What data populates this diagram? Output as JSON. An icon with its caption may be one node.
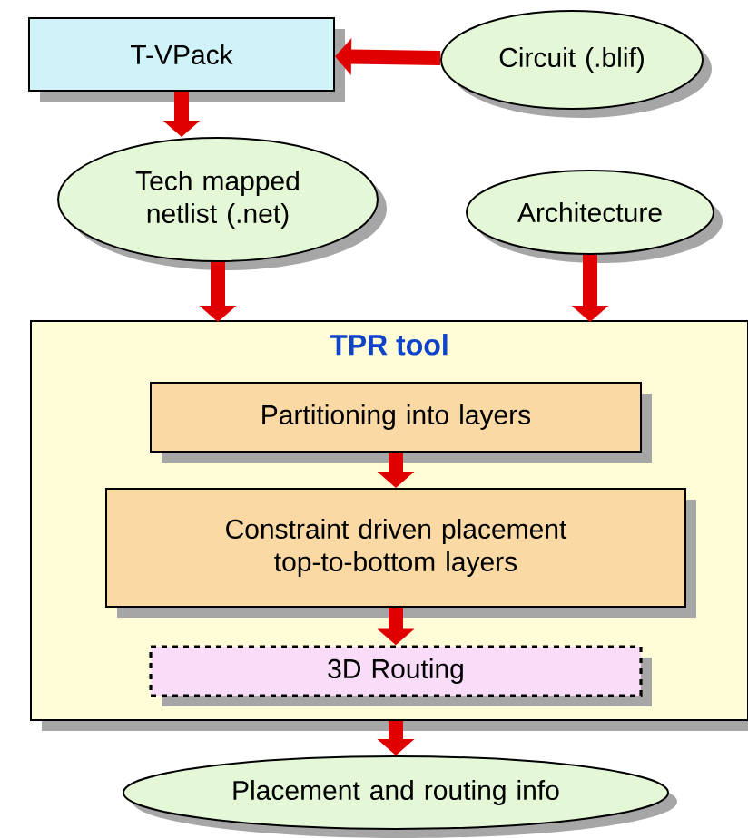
{
  "diagram": {
    "nodes": [
      {
        "text": [
          "T-VPack"
        ]
      },
      {
        "text": [
          "Circuit (.blif)"
        ]
      },
      {
        "text": [
          "Tech mapped netlist (.net)"
        ]
      },
      {
        "text": [
          "Architecture"
        ]
      },
      {
        "text": [
          "TPR tool"
        ]
      },
      {
        "text": [
          "Partitioning into layers"
        ],
        "in": 4
      },
      {
        "text": [
          "Constraint driven placement top-to-bottom layers"
        ],
        "in": 4
      },
      {
        "text": [
          "3D Routing"
        ],
        "in": 4
      },
      {
        "text": [
          "Placement and routing info"
        ]
      }
    ],
    "edges": [
      {
        "from": 1,
        "to": 0,
        "arrow": "to"
      },
      {
        "from": 0,
        "to": 2,
        "arrow": "to"
      },
      {
        "from": 2,
        "to": 4,
        "arrow": "to"
      },
      {
        "from": 3,
        "to": 4,
        "arrow": "to"
      },
      {
        "from": 5,
        "to": 6,
        "arrow": "to"
      },
      {
        "from": 6,
        "to": 7,
        "arrow": "to"
      },
      {
        "from": 4,
        "to": 8,
        "arrow": "to"
      }
    ]
  }
}
